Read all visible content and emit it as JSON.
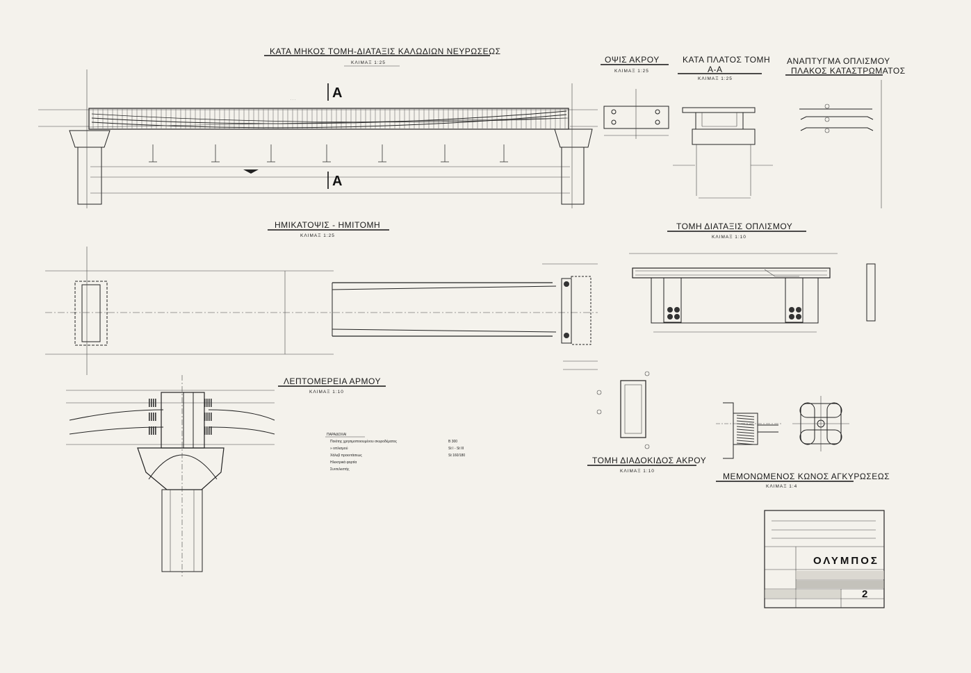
{
  "views": {
    "longitudinal_section": {
      "title": "ΚΑΤΑ ΜΗΚΟΣ ΤΟΜΗ-ΔΙΑΤΑΞΙΣ ΚΑΛΩΔΙΩΝ ΝΕΥΡΩΣΕΩΣ",
      "scale": "ΚΛΙΜΑΞ 1:25",
      "section_marker": "A"
    },
    "end_view": {
      "title": "ΟΨΙΣ ΑΚΡΟΥ",
      "scale": "ΚΛΙΜΑΞ 1:25"
    },
    "cross_section": {
      "title": "ΚΑΤΑ ΠΛΑΤΟΣ ΤΟΜΗ",
      "label": "Α-Α",
      "scale": "ΚΛΙΜΑΞ 1:25"
    },
    "deck_reinforcement": {
      "title_line1": "ΑΝΑΠΤΥΓΜΑ ΟΠΛΙΣΜΟΥ",
      "title_line2": "ΠΛΑΚΟΣ ΚΑΤΑΣΤΡΩΜΑΤΟΣ"
    },
    "half_plan": {
      "title": "ΗΜΙΚΑΤΟΨΙΣ - ΗΜΙΤΟΜΗ",
      "scale": "ΚΛΙΜΑΞ 1:25"
    },
    "reinforcement_section": {
      "title": "ΤΟΜΗ ΔΙΑΤΑΞΙΣ ΟΠΛΙΣΜΟΥ",
      "scale": "ΚΛΙΜΑΞ 1:10"
    },
    "joint_detail": {
      "title": "ΛΕΠΤΟΜΕΡΕΙΑ ΑΡΜΟΥ",
      "scale": "ΚΛΙΜΑΞ 1:10"
    },
    "end_beam_section": {
      "title": "ΤΟΜΗ ΔΙΑΔΟΚΙΔΟΣ ΑΚΡΟΥ",
      "scale": "ΚΛΙΜΑΞ 1:10"
    },
    "anchorage_cone": {
      "title": "ΜΕΜΟΝΩΜΕΝΟΣ ΚΩΝΟΣ ΑΓΚΥΡΩΣΕΩΣ",
      "scale": "ΚΛΙΜΑΞ 1:4"
    }
  },
  "notes": {
    "heading": "ΠΑΡΑΔΟΧΑΙ",
    "rows": [
      {
        "label": "Ποιότης χρησιμοποιουμένου σκυροδέματος",
        "value": "Β 300"
      },
      {
        "label": "» οπλισμού",
        "value": "St I - St III"
      },
      {
        "label": "Χάλυβ προεντάσεως",
        "value": "St 160/180"
      },
      {
        "label": "Ηλεκτρικά φορτία",
        "value": ""
      },
      {
        "label": "Συντελεστής",
        "value": ""
      }
    ]
  },
  "title_block": {
    "project": "ΟΛΥΜΠΟΣ",
    "sheet_number": "2"
  }
}
